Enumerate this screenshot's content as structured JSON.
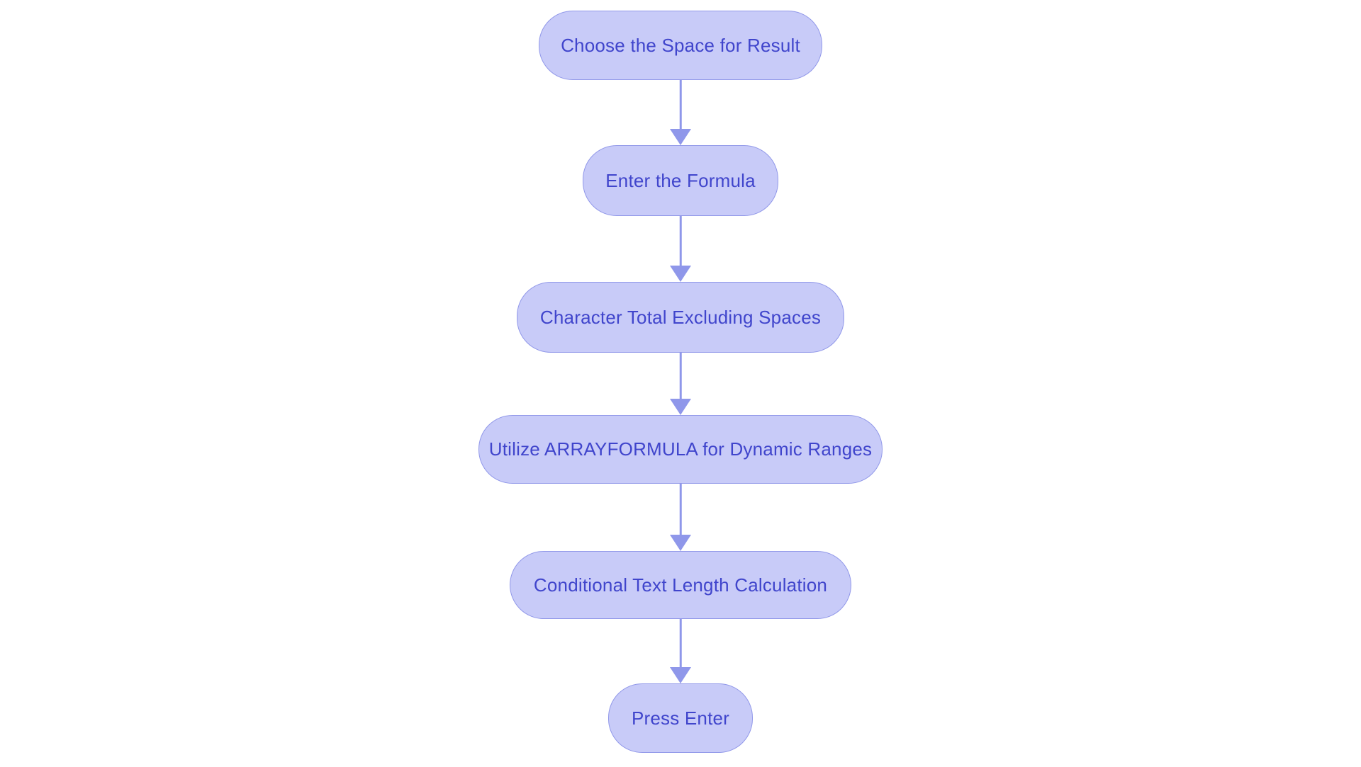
{
  "flowchart": {
    "nodes": [
      {
        "id": "choose-space",
        "label": "Choose the Space for Result"
      },
      {
        "id": "enter-formula",
        "label": "Enter the Formula"
      },
      {
        "id": "char-total",
        "label": "Character Total Excluding Spaces"
      },
      {
        "id": "arrayformula",
        "label": "Utilize ARRAYFORMULA for Dynamic Ranges"
      },
      {
        "id": "conditional-len",
        "label": "Conditional Text Length Calculation"
      },
      {
        "id": "press-enter",
        "label": "Press Enter"
      }
    ],
    "edges": [
      {
        "from": "choose-space",
        "to": "enter-formula"
      },
      {
        "from": "enter-formula",
        "to": "char-total"
      },
      {
        "from": "char-total",
        "to": "arrayformula"
      },
      {
        "from": "arrayformula",
        "to": "conditional-len"
      },
      {
        "from": "conditional-len",
        "to": "press-enter"
      }
    ],
    "colors": {
      "background": "#ffffff",
      "node_fill": "#c8cbf8",
      "node_border": "#9198e9",
      "node_text": "#4045cc",
      "arrow": "#8f97ea"
    }
  }
}
